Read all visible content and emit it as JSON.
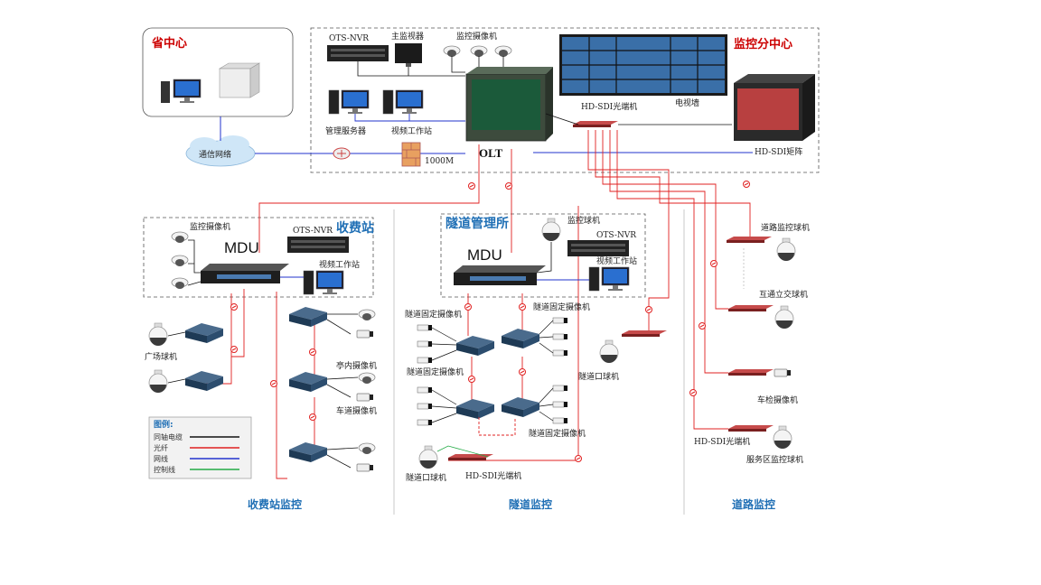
{
  "province": {
    "title": "省中心"
  },
  "network": {
    "label": "通信网络",
    "speed": "1000M"
  },
  "center": {
    "title": "监控分中心",
    "ots_nvr": "OTS-NVR",
    "main_monitor": "主监视器",
    "cameras": "监控摄像机",
    "mgmt_server": "管理服务器",
    "video_ws": "视频工作站",
    "olt": "OLT",
    "hdsdi_transceiver": "HD-SDI光端机",
    "tv_wall": "电视墙",
    "hdsdi_matrix": "HD-SDI矩阵"
  },
  "toll": {
    "title": "收费站",
    "cameras": "监控摄像机",
    "mdu": "MDU",
    "ots_nvr": "OTS-NVR",
    "video_ws": "视频工作站",
    "plaza_dome": "广场球机",
    "booth_cam": "亭内摄像机",
    "lane_cam": "车道摄像机",
    "section": "收费站监控"
  },
  "tunnel": {
    "title": "隧道管理所",
    "dome": "监控球机",
    "mdu": "MDU",
    "ots_nvr": "OTS-NVR",
    "video_ws": "视频工作站",
    "fixed_cam_1": "隧道固定摄像机",
    "fixed_cam_2": "隧道固定摄像机",
    "fixed_cam_3": "隧道固定摄像机",
    "fixed_cam_4": "隧道固定摄像机",
    "portal_dome_1": "隧道口球机",
    "portal_dome_2": "隧道口球机",
    "hdsdi": "HD-SDI光端机",
    "section": "隧道监控"
  },
  "road": {
    "road_dome": "道路监控球机",
    "interchange_dome": "互通立交球机",
    "vehicle_cam": "车检摄像机",
    "hdsdi": "HD-SDI光端机",
    "service_dome": "服务区监控球机",
    "section": "道路监控"
  },
  "legend": {
    "title": "图例:",
    "items": [
      {
        "label": "同轴电缆",
        "color": "#111111"
      },
      {
        "label": "光纤",
        "color": "#e02020"
      },
      {
        "label": "网线",
        "color": "#2233cc"
      },
      {
        "label": "控制线",
        "color": "#22aa44"
      }
    ]
  }
}
